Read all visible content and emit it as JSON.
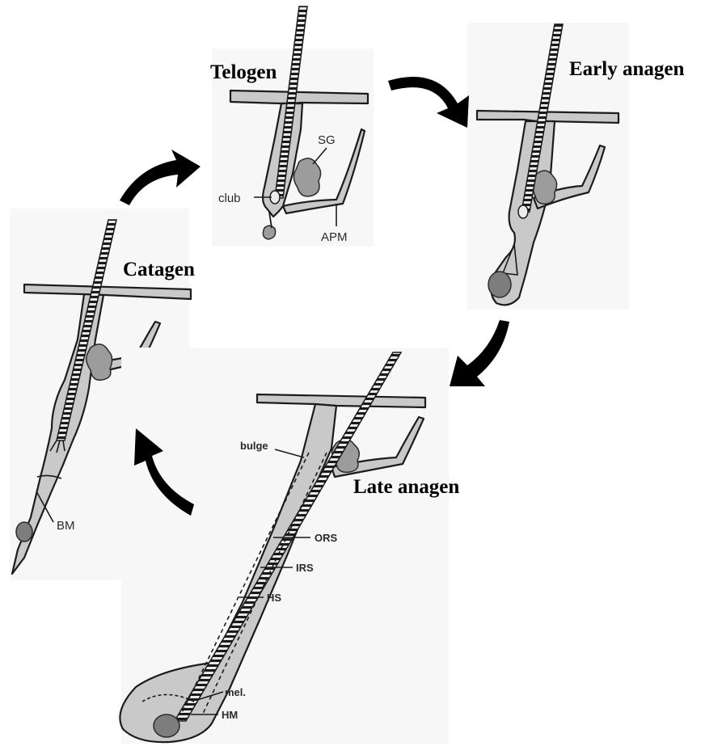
{
  "stages": {
    "telogen": "Telogen",
    "early_anagen": "Early anagen",
    "catagen": "Catagen",
    "late_anagen": "Late anagen"
  },
  "labels": {
    "sg": "SG",
    "club": "club",
    "apm": "APM",
    "bm": "BM",
    "bulge": "bulge",
    "ors": "ORS",
    "irs": "IRS",
    "hs": "HS",
    "mel": "mel.",
    "hm": "HM"
  },
  "colors": {
    "tissue": "#c9c9c9",
    "outline": "#1c1c1c",
    "arrows": "#000000",
    "background": "#ffffff"
  }
}
